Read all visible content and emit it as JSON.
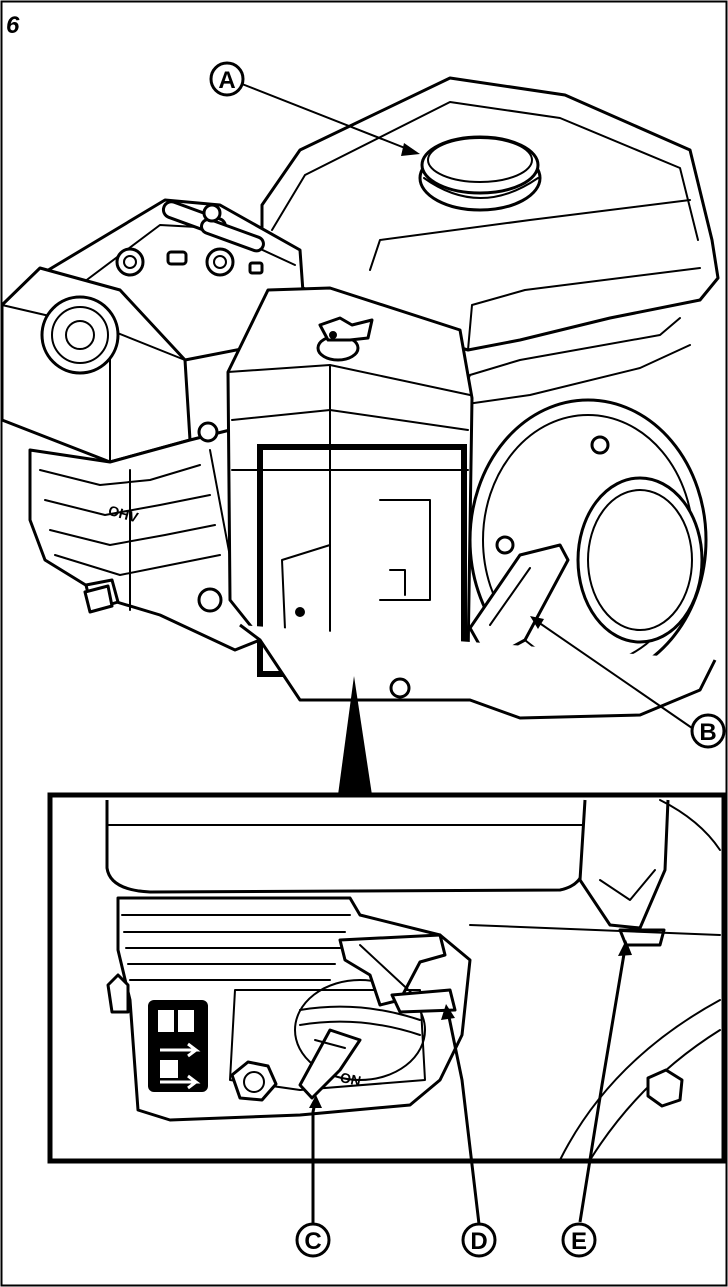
{
  "figure": {
    "number": "6",
    "engine_badge": "OHV",
    "lever_marks": "ON",
    "callouts": [
      {
        "id": "a",
        "label": "A"
      },
      {
        "id": "b",
        "label": "B"
      },
      {
        "id": "c",
        "label": "C"
      },
      {
        "id": "d",
        "label": "D"
      },
      {
        "id": "e",
        "label": "E"
      }
    ]
  }
}
